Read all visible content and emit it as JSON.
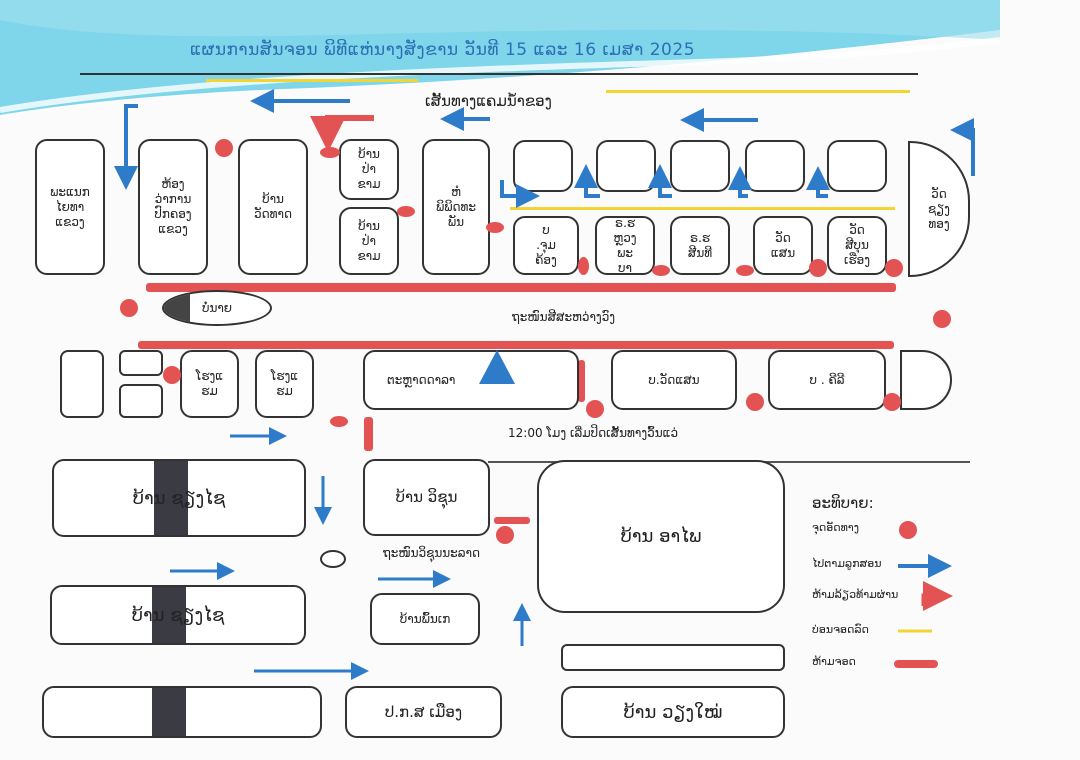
{
  "title": "ແຜນການສັນຈອນ ພິທີແຫ່ນາງສັງຂານ ວັນທີ 15 ແລະ 16 ເມສາ 2025",
  "roads": {
    "river_road": "ເສັ້ນທາງແຄມນ້ຳຂອງ",
    "sisavangvong": "ຖະໜົນສີສະຫວ່າງວົງ",
    "time_note": "12:00 ໂມງ ເລີ່ມປິດເສັ້ນທາງວົ້ນແວ່",
    "visounnarath": "ຖະໜົນວິຊຸນນະລາດ"
  },
  "buildings": {
    "b1": "ພະແນກ\nໄຍທາ\nແຂວງ",
    "b2": "ຫ້ອງ\nວ່າການ\nປົກຄອງ\nແຂວງ",
    "b3": "ບ້ານ\nວັດທາດ",
    "b4": "ບ້ານ\nປ່າ\nຂາມ",
    "b5": "ບ້ານ\nປ່າ\nຂາມ",
    "b6": "ຫໍ\nພິພິດທະ\nພັນ",
    "b7": "ບ\n.ຈຸມ\nຄ້ອງ",
    "b8": "ຣ.ຮ\nຫຼວງ\nພະ\nບາ",
    "b9": "ຣ.ຮ\nສີນທີ",
    "b10": "ວັດ\nແສນ",
    "b11": "ວັດ\nສີບຸນ\nເຮືອງ",
    "b12": "ວັດ\nຊຽງ\nທອງ",
    "b13": "ບໍ່ນາຍ",
    "b14": "ໂຮງແ\nຮມ",
    "b15": "ໂຮງແ\nຮມ",
    "b16": "ຕະຫຼາດດາລາ",
    "b17": "ບ.ວັດແສນ",
    "b18": "ບ . ຄີລີ",
    "b19": "ບ້ານ ວິຊຸນ",
    "b20": "ບ້ານ ອາໄພ",
    "b21": "ບ້ານພົ້ນເກ",
    "b22": "ປ.ກ.ສ ເມືອງ",
    "b23": "ບ້ານ ວຽງໃໝ່",
    "b24": "ບ້ານ ຊຽງໄຊ",
    "b25": "ບ້ານ ຊຽງໄຊ"
  },
  "legend": {
    "title": "ອະທິບາຍ:",
    "items": [
      {
        "label": "ຈຸດອັດທາງ",
        "symbol": "red-dot"
      },
      {
        "label": "ໄປຕາມລູກສອນ",
        "symbol": "blue-arrow"
      },
      {
        "label": "ຫ້າມລ້ຽວທ້າມຜ່ານ",
        "symbol": "red-turn-arrow"
      },
      {
        "label": "ບ່ອນຈອດລົດ",
        "symbol": "yellow-line"
      },
      {
        "label": "ຫ້າມຈອດ",
        "symbol": "red-bar"
      }
    ]
  },
  "colors": {
    "blue": "#2e7cc9",
    "red": "#e35353",
    "yellow": "#f2d433",
    "banner": "#69cfe6"
  }
}
